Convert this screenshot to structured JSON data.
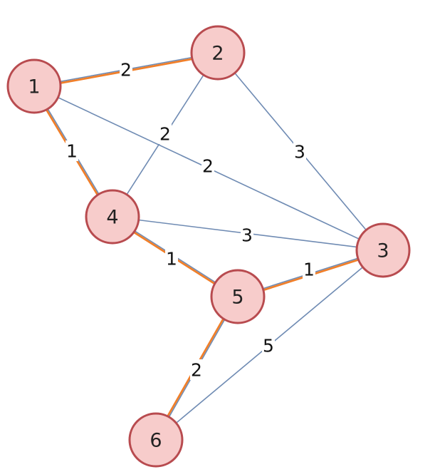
{
  "graph": {
    "nodes": [
      {
        "id": "1",
        "label": "1"
      },
      {
        "id": "2",
        "label": "2"
      },
      {
        "id": "3",
        "label": "3"
      },
      {
        "id": "4",
        "label": "4"
      },
      {
        "id": "5",
        "label": "5"
      },
      {
        "id": "6",
        "label": "6"
      }
    ],
    "edges": [
      {
        "from": "1",
        "to": "2",
        "weight": "2",
        "highlighted": true
      },
      {
        "from": "1",
        "to": "4",
        "weight": "1",
        "highlighted": true
      },
      {
        "from": "1",
        "to": "3",
        "weight": "2",
        "highlighted": false
      },
      {
        "from": "2",
        "to": "4",
        "weight": "2",
        "highlighted": false
      },
      {
        "from": "2",
        "to": "3",
        "weight": "3",
        "highlighted": false
      },
      {
        "from": "4",
        "to": "3",
        "weight": "3",
        "highlighted": false
      },
      {
        "from": "4",
        "to": "5",
        "weight": "1",
        "highlighted": true
      },
      {
        "from": "5",
        "to": "3",
        "weight": "1",
        "highlighted": true
      },
      {
        "from": "5",
        "to": "6",
        "weight": "2",
        "highlighted": true
      },
      {
        "from": "6",
        "to": "3",
        "weight": "5",
        "highlighted": false
      }
    ]
  },
  "colors": {
    "node_fill": "#f7cccb",
    "node_stroke": "#b84b4f",
    "edge": "#6f8bb3",
    "highlight": "#f07f2a"
  }
}
